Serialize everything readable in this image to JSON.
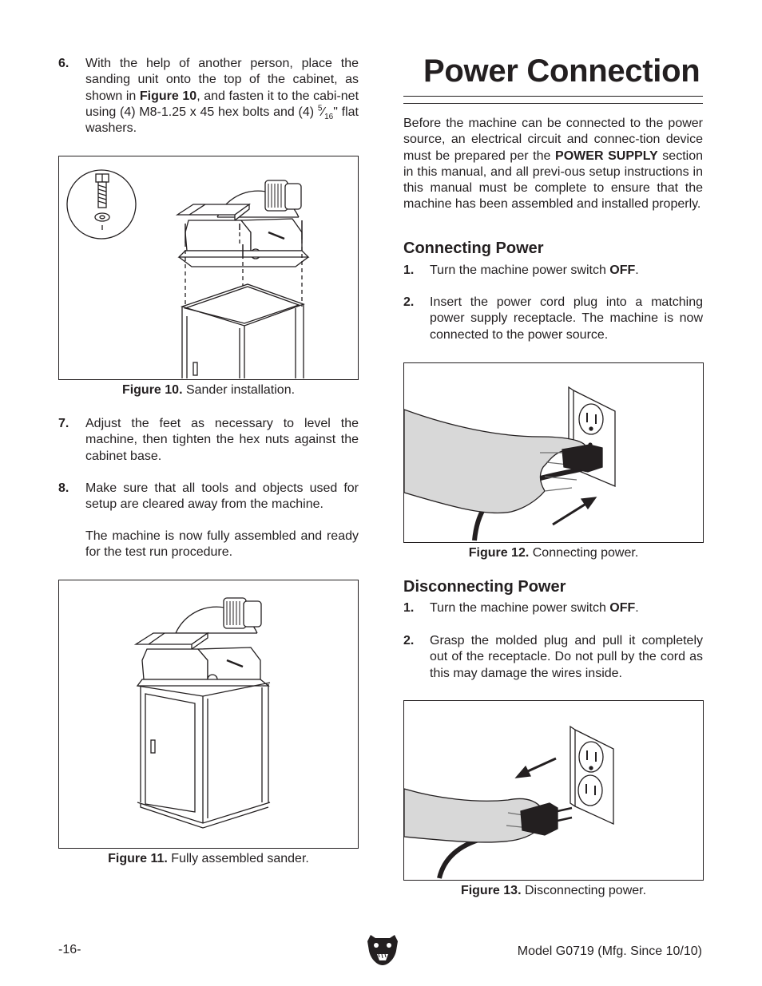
{
  "left": {
    "step6": {
      "num": "6.",
      "t1": "With the help of another person, place the sanding unit onto the top of the cabinet, as shown in ",
      "b1": "Figure 10",
      "t2": ", and fasten it to the cabi-net using (4) M8-1.25 x 45 hex bolts and (4) ",
      "frac_num": "5",
      "frac_den": "16",
      "t3": "\" flat washers."
    },
    "fig10": {
      "label": "Figure 10.",
      "text": " Sander installation."
    },
    "step7": {
      "num": "7.",
      "text": "Adjust the feet as necessary to level the machine, then tighten the hex nuts against the cabinet base."
    },
    "step8": {
      "num": "8.",
      "text": "Make sure that all tools and objects used for setup are cleared away from the machine."
    },
    "step8_note": "The machine is now fully assembled and ready for the test run procedure.",
    "fig11": {
      "label": "Figure 11.",
      "text": " Fully assembled sander."
    }
  },
  "right": {
    "title": "Power Connection",
    "intro": {
      "t1": "Before the machine can be connected to the power source, an electrical circuit and connec-tion device must be prepared per the ",
      "b1": "POWER SUPPLY",
      "t2": " section in this manual, and all previ-ous setup instructions in this manual must be complete to ensure that the machine has been assembled and installed properly."
    },
    "connecting": {
      "heading": "Connecting Power",
      "step1": {
        "num": "1.",
        "t1": "Turn the machine power switch ",
        "b1": "OFF",
        "t2": "."
      },
      "step2": {
        "num": "2.",
        "text": "Insert the power cord plug into a matching power supply receptacle. The machine is now connected to the power source."
      }
    },
    "fig12": {
      "label": "Figure 12.",
      "text": " Connecting power."
    },
    "disconnecting": {
      "heading": "Disconnecting Power",
      "step1": {
        "num": "1.",
        "t1": "Turn the machine power switch ",
        "b1": "OFF",
        "t2": "."
      },
      "step2": {
        "num": "2.",
        "text": "Grasp the molded plug and pull it completely out of the receptacle. Do not pull by the cord as this may damage the wires inside."
      }
    },
    "fig13": {
      "label": "Figure 13.",
      "text": " Disconnecting power."
    }
  },
  "footer": {
    "page_number": "-16-",
    "model": "Model G0719 (Mfg. Since 10/10)",
    "logo_icon": "bear-head-icon"
  }
}
